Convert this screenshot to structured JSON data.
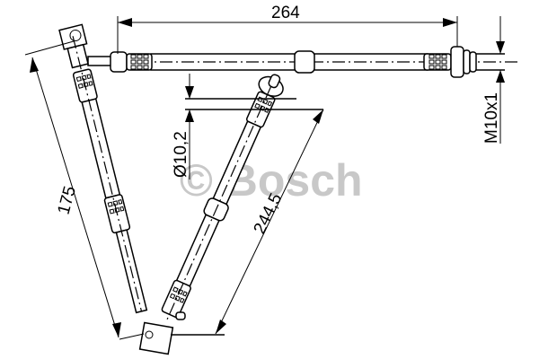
{
  "drawing": {
    "subject": "brake hose technical drawing",
    "watermark": "© Bosch",
    "watermark_color": "#c8c8c8",
    "line_color": "#000000",
    "background": "#ffffff",
    "dimensions": {
      "length_top": "264",
      "thread": "M10x1",
      "diameter": "Ø10,2",
      "length_left": "175",
      "length_right": "244,5"
    }
  }
}
